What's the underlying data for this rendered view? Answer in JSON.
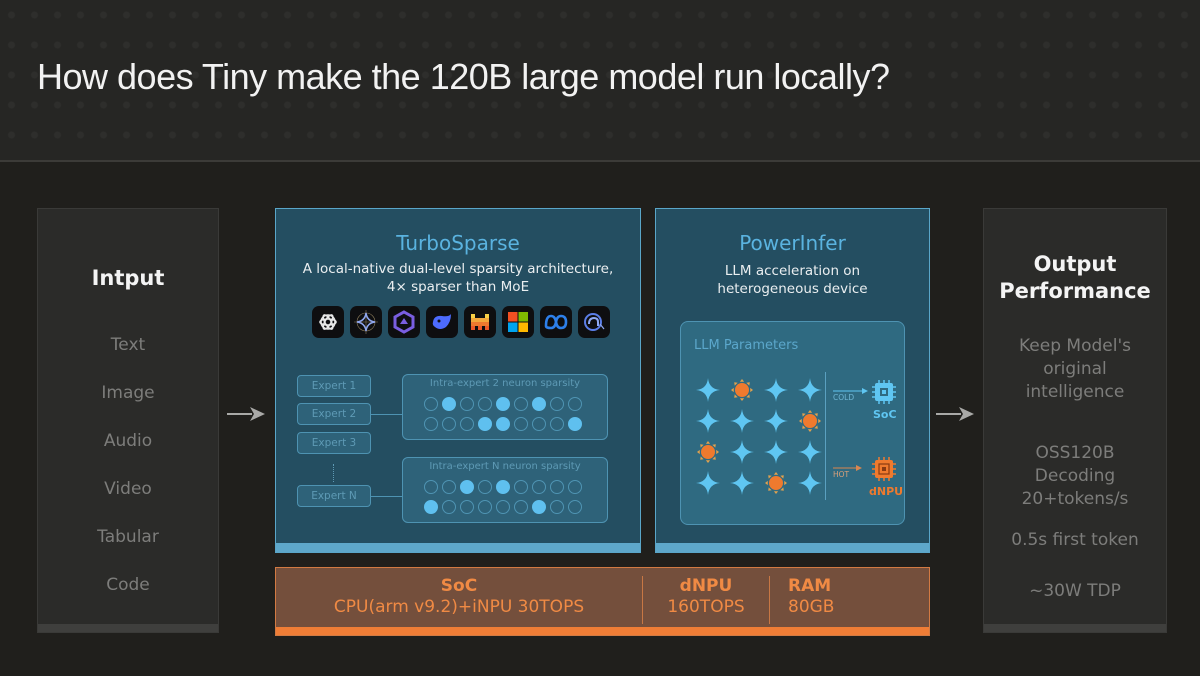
{
  "slide": {
    "title": "How does Tiny make the 120B large model run locally?"
  },
  "input_panel": {
    "title": "Intput",
    "items": [
      "Text",
      "Image",
      "Audio",
      "Video",
      "Tabular",
      "Code"
    ]
  },
  "turbosparse": {
    "title": "TurboSparse",
    "subtitle_line1": "A local-native dual-level sparsity architecture,",
    "subtitle_line2": "4× sparser than MoE",
    "model_logos": [
      "openai-logo-icon",
      "gemini-star-logo-icon",
      "qwen-logo-icon",
      "deepseek-whale-logo-icon",
      "mistral-logo-icon",
      "microsoft-logo-icon",
      "meta-logo-icon",
      "elephant-logo-icon"
    ],
    "experts": [
      "Expert 1",
      "Expert 2",
      "Expert 3",
      "Expert N"
    ],
    "sparsity_blocks": [
      {
        "title": "Intra-expert 2 neuron sparsity",
        "rows": [
          [
            0,
            1,
            0,
            0,
            1,
            0,
            1,
            0,
            0
          ],
          [
            0,
            0,
            0,
            1,
            1,
            0,
            0,
            0,
            1
          ]
        ]
      },
      {
        "title": "Intra-expert N neuron sparsity",
        "rows": [
          [
            0,
            0,
            1,
            0,
            1,
            0,
            0,
            0,
            0
          ],
          [
            1,
            0,
            0,
            0,
            0,
            0,
            1,
            0,
            0
          ]
        ]
      }
    ]
  },
  "powerinfer": {
    "title": "PowerInfer",
    "subtitle_line1": "LLM acceleration on",
    "subtitle_line2": "heterogeneous device",
    "params_title": "LLM Parameters",
    "param_grid": [
      [
        "cold",
        "hot",
        "cold",
        "cold"
      ],
      [
        "cold",
        "cold",
        "cold",
        "hot"
      ],
      [
        "hot",
        "cold",
        "cold",
        "cold"
      ],
      [
        "cold",
        "cold",
        "hot",
        "cold"
      ]
    ],
    "cold_label": "COLD",
    "cold_target": "SoC",
    "hot_label": "HOT",
    "hot_target": "dNPU"
  },
  "hardware": {
    "soc_title": "SoC",
    "soc_value": "CPU(arm v9.2)+iNPU 30TOPS",
    "dnpu_title": "dNPU",
    "dnpu_value": "160TOPS",
    "ram_title": "RAM",
    "ram_value": "80GB"
  },
  "output_panel": {
    "title_line1": "Output",
    "title_line2": "Performance",
    "items": [
      [
        "Keep Model's",
        "original",
        "intelligence"
      ],
      [
        "OSS120B",
        "Decoding",
        "20+tokens/s"
      ],
      [
        "0.5s first token"
      ],
      [
        "~30W TDP"
      ]
    ]
  },
  "colors": {
    "accent_blue": "#5ab3e0",
    "accent_orange": "#f08a44",
    "neuron_active": "#5fc0ef",
    "cold_color": "#5fc6f2",
    "hot_color": "#ef7a2e"
  }
}
